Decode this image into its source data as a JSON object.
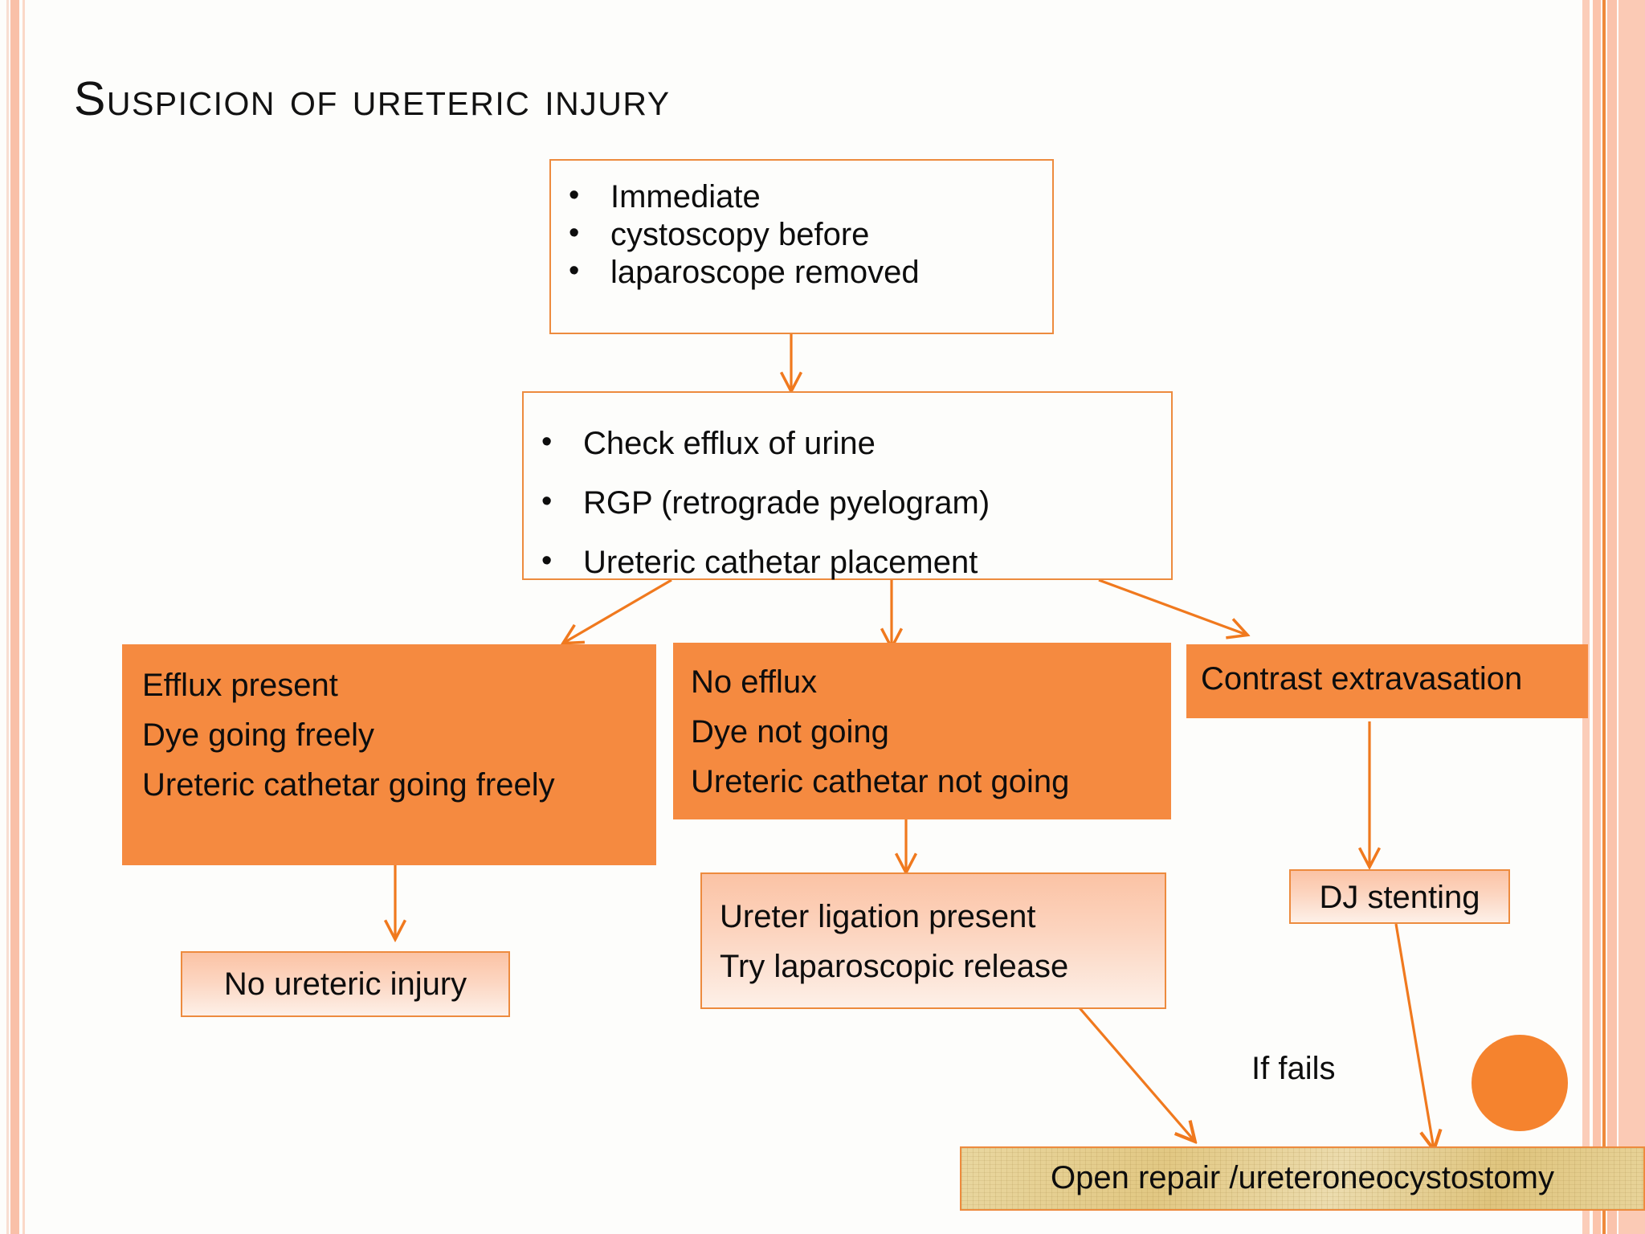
{
  "slide": {
    "title": "Suspicion of ureteric injury",
    "accent_orange": "#f58a40",
    "arrow_orange": "#f0791e",
    "border_orange": "#ed8b3e",
    "peach_fill": "#fbc3a5",
    "papyrus_fill": "#e4d08f",
    "background": "#fdfdfb"
  },
  "nodes": {
    "cystoscopy": {
      "bullets": [
        {
          "line1": "Immediate",
          "line2": "cystoscopy before",
          "line3": "laparoscope removed"
        }
      ]
    },
    "checks": {
      "bullets": [
        "Check efflux of urine",
        "RGP (retrograde pyelogram)",
        "Ureteric cathetar placement"
      ]
    },
    "efflux_present": {
      "lines": [
        "Efflux present",
        "Dye going freely",
        "Ureteric cathetar going freely"
      ]
    },
    "no_efflux": {
      "lines": [
        "No efflux",
        "Dye not going",
        "Ureteric cathetar not going"
      ]
    },
    "contrast_extravasation": {
      "text": "Contrast extravasation"
    },
    "no_ureteric_injury": {
      "text": "No ureteric injury"
    },
    "ureter_ligation": {
      "lines": [
        "Ureter ligation present",
        "Try laparoscopic release"
      ]
    },
    "dj_stenting": {
      "text": "DJ stenting"
    },
    "if_fails": {
      "text": "If fails"
    },
    "open_repair": {
      "text": "Open repair /ureteroneocystostomy"
    }
  }
}
